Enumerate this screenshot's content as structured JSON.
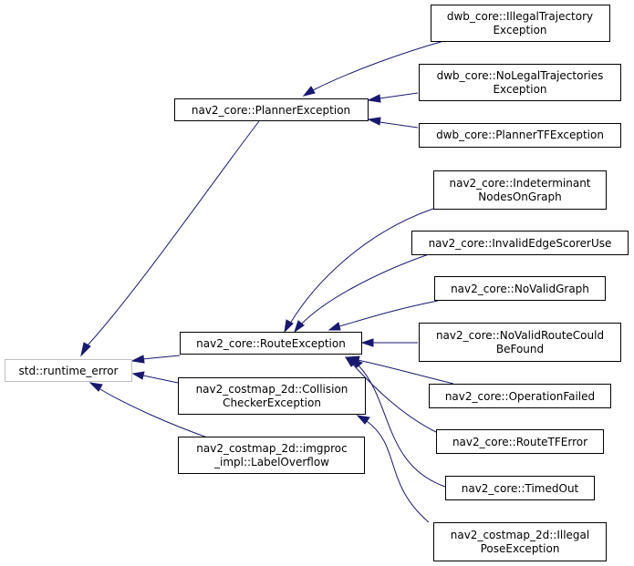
{
  "nodes": {
    "std_runtime_error": [
      "std::runtime_error"
    ],
    "planner_exception": [
      "nav2_core::PlannerException"
    ],
    "route_exception": [
      "nav2_core::RouteException"
    ],
    "collision_checker_exception": [
      "nav2_costmap_2d::Collision",
      "CheckerException"
    ],
    "label_overflow": [
      "nav2_costmap_2d::imgproc",
      "_impl::LabelOverflow"
    ],
    "illegal_trajectory_exception": [
      "dwb_core::IllegalTrajectory",
      "Exception"
    ],
    "no_legal_trajectories_exception": [
      "dwb_core::NoLegalTrajectories",
      "Exception"
    ],
    "planner_tf_exception": [
      "dwb_core::PlannerTFException"
    ],
    "indeterminant_nodes_on_graph": [
      "nav2_core::Indeterminant",
      "NodesOnGraph"
    ],
    "invalid_edge_scorer_use": [
      "nav2_core::InvalidEdgeScorerUse"
    ],
    "no_valid_graph": [
      "nav2_core::NoValidGraph"
    ],
    "no_valid_route_could_be_found": [
      "nav2_core::NoValidRouteCould",
      "BeFound"
    ],
    "operation_failed": [
      "nav2_core::OperationFailed"
    ],
    "route_tf_error": [
      "nav2_core::RouteTFError"
    ],
    "timed_out": [
      "nav2_core::TimedOut"
    ],
    "illegal_pose_exception": [
      "nav2_costmap_2d::Illegal",
      "PoseException"
    ]
  },
  "edges": [
    {
      "from": "planner_exception",
      "to": "std_runtime_error"
    },
    {
      "from": "route_exception",
      "to": "std_runtime_error"
    },
    {
      "from": "collision_checker_exception",
      "to": "std_runtime_error"
    },
    {
      "from": "label_overflow",
      "to": "std_runtime_error"
    },
    {
      "from": "illegal_trajectory_exception",
      "to": "planner_exception"
    },
    {
      "from": "no_legal_trajectories_exception",
      "to": "planner_exception"
    },
    {
      "from": "planner_tf_exception",
      "to": "planner_exception"
    },
    {
      "from": "indeterminant_nodes_on_graph",
      "to": "route_exception"
    },
    {
      "from": "invalid_edge_scorer_use",
      "to": "route_exception"
    },
    {
      "from": "no_valid_graph",
      "to": "route_exception"
    },
    {
      "from": "no_valid_route_could_be_found",
      "to": "route_exception"
    },
    {
      "from": "operation_failed",
      "to": "route_exception"
    },
    {
      "from": "route_tf_error",
      "to": "route_exception"
    },
    {
      "from": "timed_out",
      "to": "route_exception"
    },
    {
      "from": "illegal_pose_exception",
      "to": "collision_checker_exception"
    }
  ],
  "colors": {
    "edge": "#191970",
    "node_border": "#000000",
    "root_border": "#bfbfbf",
    "text": "#000000",
    "background": "#ffffff"
  }
}
